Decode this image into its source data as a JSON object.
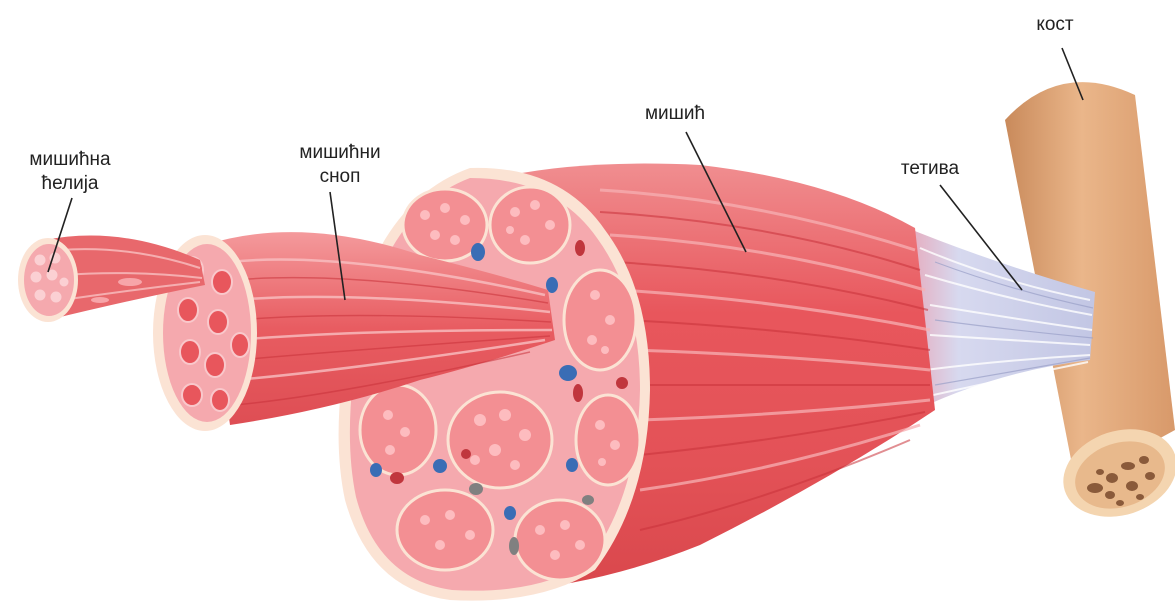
{
  "labels": {
    "muscle_cell": [
      "мишићна",
      "ћелија"
    ],
    "muscle_bundle": [
      "мишићни",
      "сноп"
    ],
    "muscle": "мишић",
    "tendon": "тетива",
    "bone": "кост"
  },
  "colors": {
    "muscle_red": "#e8565c",
    "muscle_light": "#f2878a",
    "muscle_dark": "#c9323a",
    "cross_section_pink": "#f7b7bb",
    "fascicle_pink": "#f38f93",
    "perimysium_cream": "#fbe3d4",
    "tendon": "#c9cde8",
    "bone": "#e3a978",
    "bone_marrow": "#8a5a3a",
    "vein": "#3a6db5",
    "artery": "#c0363d",
    "nerve": "#808080"
  }
}
